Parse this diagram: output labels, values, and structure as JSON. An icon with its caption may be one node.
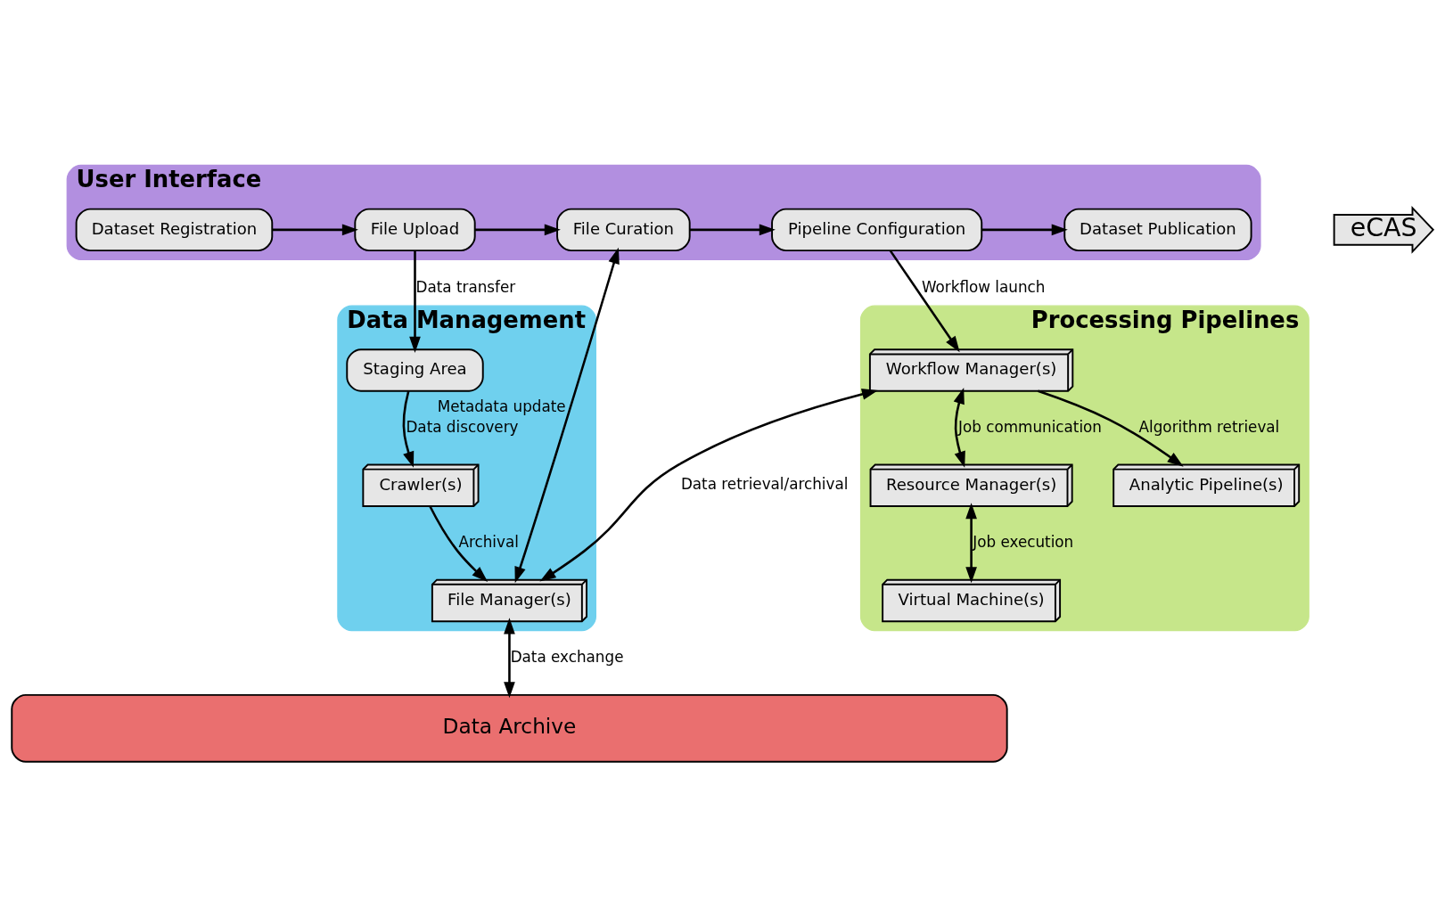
{
  "diagram": {
    "nodes": [
      {
        "text": [
          "User Interface"
        ]
      },
      {
        "text": [
          "Dataset Registration"
        ],
        "in": 0
      },
      {
        "text": [
          "File Upload"
        ],
        "in": 0
      },
      {
        "text": [
          "File Curation"
        ],
        "in": 0
      },
      {
        "text": [
          "Pipeline Configuration"
        ],
        "in": 0
      },
      {
        "text": [
          "Dataset Publication"
        ],
        "in": 0
      },
      {
        "text": [
          "eCAS"
        ]
      },
      {
        "text": [
          "Data Management"
        ]
      },
      {
        "text": [
          "Staging Area"
        ],
        "in": 7
      },
      {
        "text": [
          "Crawler(s)"
        ],
        "in": 7
      },
      {
        "text": [
          "File Manager(s)"
        ],
        "in": 7
      },
      {
        "text": [
          "Processing Pipelines"
        ]
      },
      {
        "text": [
          "Workflow Manager(s)"
        ],
        "in": 11
      },
      {
        "text": [
          "Resource Manager(s)"
        ],
        "in": 11
      },
      {
        "text": [
          "Analytic Pipeline(s)"
        ],
        "in": 11
      },
      {
        "text": [
          "Virtual Machine(s)"
        ],
        "in": 11
      },
      {
        "text": [
          "Data Archive"
        ]
      }
    ],
    "edges": [
      {
        "from": 1,
        "to": 2,
        "arrow": "to"
      },
      {
        "from": 2,
        "to": 3,
        "arrow": "to"
      },
      {
        "from": 3,
        "to": 4,
        "arrow": "to"
      },
      {
        "from": 4,
        "to": 5,
        "arrow": "to"
      },
      {
        "from": 2,
        "to": 8,
        "arrow": "to",
        "label": "Data transfer"
      },
      {
        "from": 10,
        "to": 3,
        "arrow": "both",
        "label": "Metadata update"
      },
      {
        "from": 4,
        "to": 12,
        "arrow": "to",
        "label": "Workflow launch"
      },
      {
        "from": 8,
        "to": 9,
        "arrow": "to",
        "label": "Data discovery"
      },
      {
        "from": 9,
        "to": 10,
        "arrow": "to",
        "label": "Archival"
      },
      {
        "from": 12,
        "to": 13,
        "arrow": "both",
        "label": "Job communication"
      },
      {
        "from": 12,
        "to": 14,
        "arrow": "to",
        "label": "Algorithm retrieval"
      },
      {
        "from": 13,
        "to": 15,
        "arrow": "both",
        "label": "Job execution"
      },
      {
        "from": 10,
        "to": 16,
        "arrow": "both",
        "label": "Data exchange"
      },
      {
        "from": 12,
        "to": 10,
        "arrow": "both",
        "label": "Data retrieval/archival"
      }
    ]
  }
}
